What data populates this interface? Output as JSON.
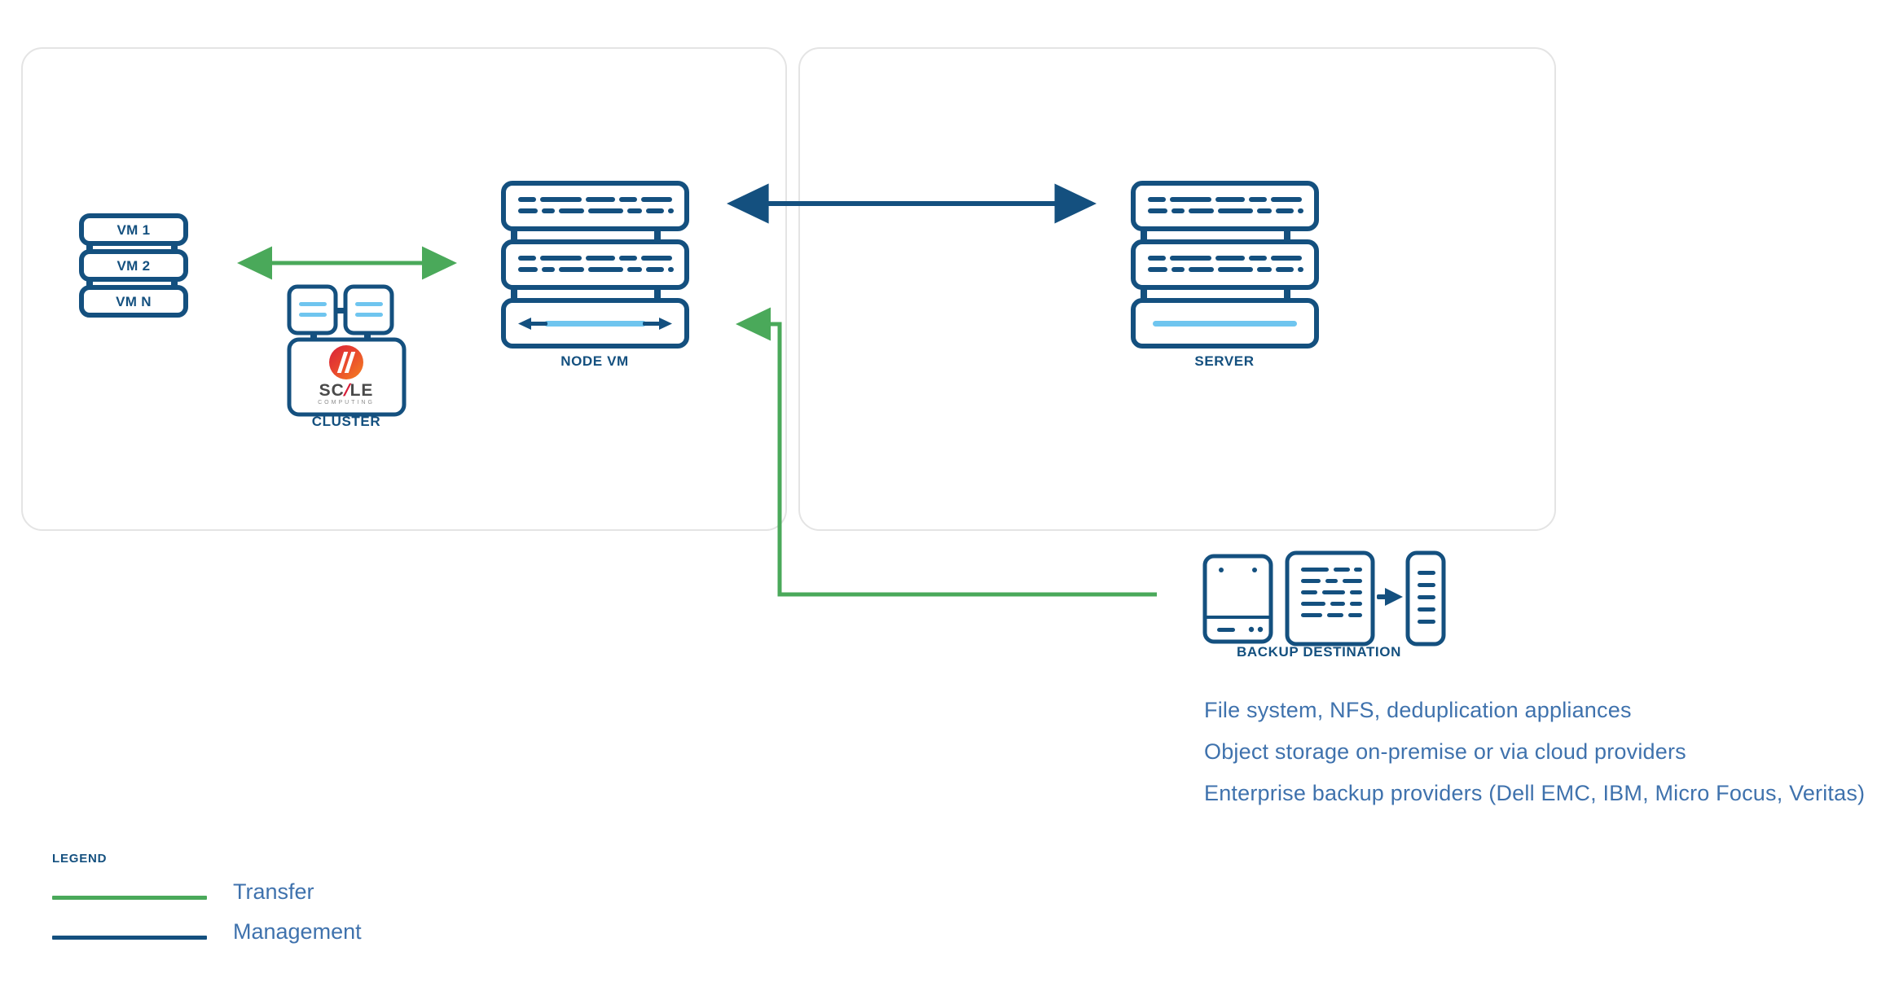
{
  "colors": {
    "dark_blue": "#14507f",
    "light_blue": "#6fc5ef",
    "green": "#4aa95a",
    "body_text": "#3f72ad",
    "panel_border": "#e4e4e4",
    "logo_red": "#d8203a",
    "logo_orange": "#f58220"
  },
  "nodes": {
    "vm_stack": {
      "items": [
        "VM 1",
        "VM 2",
        "VM N"
      ]
    },
    "cluster": {
      "caption": "CLUSTER",
      "logo": {
        "word": "SC",
        "slash": "/",
        "word_end": "LE",
        "subtitle": "COMPUTING"
      }
    },
    "node_vm": {
      "caption": "NODE VM"
    },
    "server": {
      "caption": "SERVER"
    },
    "backup_destination": {
      "caption": "BACKUP DESTINATION"
    }
  },
  "descriptions": [
    "File system, NFS, deduplication appliances",
    "Object storage on-premise or via cloud providers",
    "Enterprise backup providers (Dell EMC, IBM, Micro Focus, Veritas)"
  ],
  "legend": {
    "title": "LEGEND",
    "entries": [
      {
        "label": "Transfer",
        "color": "#4aa95a"
      },
      {
        "label": "Management",
        "color": "#14507f"
      }
    ]
  }
}
